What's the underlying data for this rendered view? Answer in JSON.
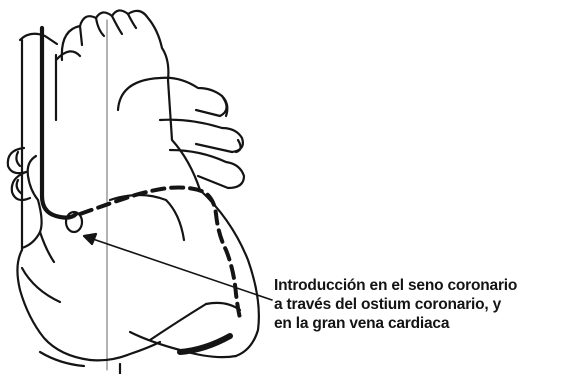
{
  "caption": {
    "lines": [
      "Introducción en el seno coronario",
      "a través del ostium coronario, y",
      "en la gran vena cardiaca"
    ]
  },
  "colors": {
    "ink": "#141414",
    "background": "#ffffff"
  },
  "icons": {
    "heart": "heart-illustration-icon",
    "catheter": "catheter-path-icon"
  }
}
